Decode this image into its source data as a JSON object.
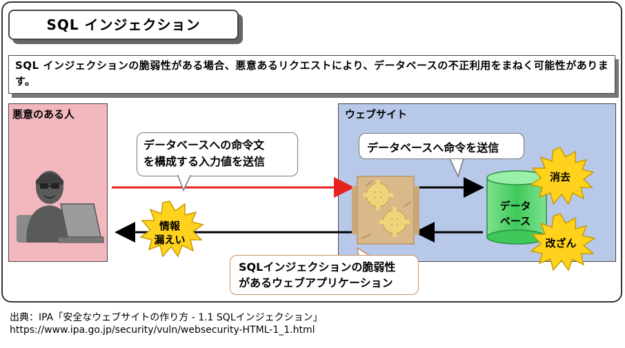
{
  "title": "SQL インジェクション",
  "description": "SQL インジェクションの脆弱性がある場合、悪意あるリクエストにより、データベースの不正利用をまねく可能性があります。",
  "attacker": {
    "label": "悪意のある人"
  },
  "website": {
    "label": "ウェブサイト"
  },
  "callouts": {
    "input_line1": "データベースへの命令文",
    "input_line2": "を構成する入力値を送信",
    "db_command": "データベースへ命令を送信",
    "app_line1": "SQLインジェクションの脆弱性",
    "app_line2": "があるウェブアプリケーション"
  },
  "bursts": {
    "leak_line1": "情報",
    "leak_line2": "漏えい",
    "delete": "消去",
    "tamper": "改ざん"
  },
  "database": {
    "line1": "データ",
    "line2": "ベース"
  },
  "source": {
    "line1": "出典：IPA「安全なウェブサイトの作り方 - 1.1 SQLインジェクション」",
    "line2": "https://www.ipa.go.jp/security/vuln/websecurity-HTML-1_1.html"
  },
  "colors": {
    "attacker_bg": "#f3b8be",
    "website_bg": "#b7c8e8",
    "attack_arrow": "#e8201e",
    "burst_fill": "#ffd21e",
    "db_fill": "#4fd46a",
    "app_fill": "#d9b98a"
  }
}
